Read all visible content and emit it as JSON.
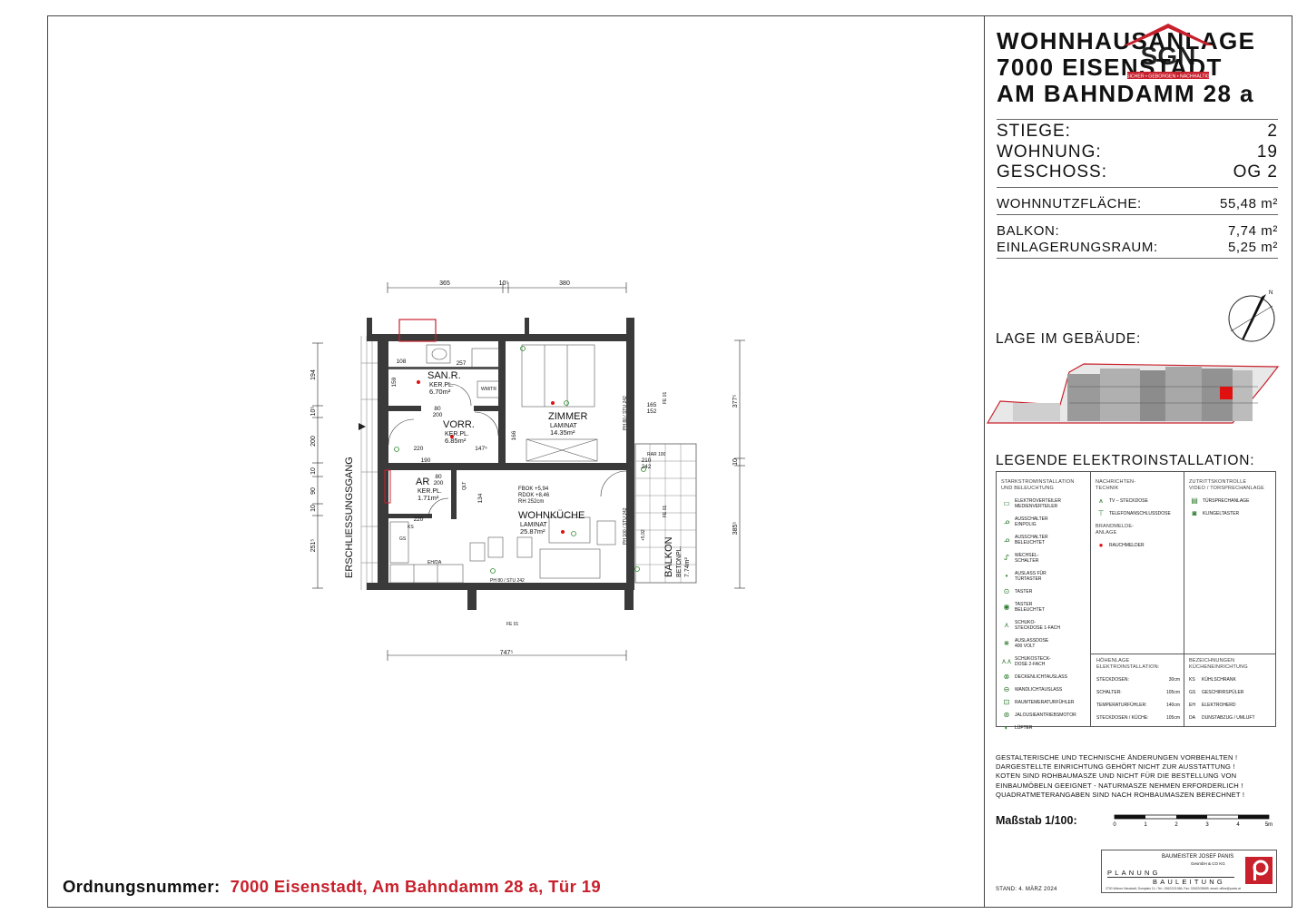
{
  "header": {
    "title_lines": [
      "WOHNHAUSANLAGE",
      "7000 EISENSTADT",
      "AM BAHNDAMM 28 a"
    ],
    "logo_text": "SGN",
    "logo_tagline": "SICHER • GEBORGEN • NACHHALTIG"
  },
  "unit_info": {
    "stiege": {
      "label": "STIEGE:",
      "value": "2"
    },
    "wohnung": {
      "label": "WOHNUNG:",
      "value": "19"
    },
    "geschoss": {
      "label": "GESCHOSS:",
      "value": "OG 2"
    },
    "nutzflaeche": {
      "label": "WOHNNUTZFLÄCHE:",
      "value": "55,48 m²"
    },
    "balkon": {
      "label": "BALKON:",
      "value": "7,74 m²"
    },
    "einlagerung": {
      "label": "EINLAGERUNGSRAUM:",
      "value": "5,25 m²"
    }
  },
  "lage": {
    "title": "LAGE IM GEBÄUDE:",
    "north": "N"
  },
  "legend": {
    "title": "LEGENDE ELEKTROINSTALLATION:",
    "col1_head": [
      "STARKSTROMINSTALLATION",
      "UND BELEUCHTUNG"
    ],
    "col1_items": [
      {
        "icon": "distribution-icon",
        "lines": [
          "ELEKTROVERTEILER",
          "MEDIENVERTEILER"
        ]
      },
      {
        "icon": "switch-icon",
        "lines": [
          "AUSSCHALTER",
          "EINPOLIG"
        ]
      },
      {
        "icon": "lit-switch-icon",
        "lines": [
          "AUSSCHALTER",
          "BELEUCHTET"
        ]
      },
      {
        "icon": "changeover-switch-icon",
        "lines": [
          "WECHSEL-",
          "SCHALTER"
        ]
      },
      {
        "icon": "door-light-icon",
        "lines": [
          "AUSLASS FÜR",
          "TÜRTASTER"
        ]
      },
      {
        "icon": "button-icon",
        "lines": [
          "TASTER"
        ]
      },
      {
        "icon": "lit-button-icon",
        "lines": [
          "TASTER",
          "BELEUCHTET"
        ]
      },
      {
        "icon": "socket-icon",
        "lines": [
          "SCHUKO-",
          "STECKDOSE 1-FACH"
        ]
      },
      {
        "icon": "outlet-400v-icon",
        "lines": [
          "AUSLASSDOSE",
          "400 VOLT"
        ]
      },
      {
        "icon": "double-socket-icon",
        "lines": [
          "SCHUKOSTECK-",
          "DOSE 2-FACH"
        ]
      },
      {
        "icon": "ceiling-light-icon",
        "lines": [
          "DECKENLICHTAUSLASS"
        ]
      },
      {
        "icon": "wall-light-icon",
        "lines": [
          "WANDLICHTAUSLASS"
        ]
      },
      {
        "icon": "thermostat-icon",
        "lines": [
          "RAUMTEMERATURFÜHLER"
        ]
      },
      {
        "icon": "blind-motor-icon",
        "lines": [
          "JALOUSIEANTRIEBSMOTOR"
        ]
      },
      {
        "icon": "fan-icon",
        "lines": [
          "LÜFTER"
        ]
      }
    ],
    "col2_head": [
      "NACHRICHTEN-",
      "TECHNIK"
    ],
    "col2_items": [
      {
        "icon": "tv-socket-icon",
        "lines": [
          "TV – STECKDOSE"
        ]
      },
      {
        "icon": "phone-socket-icon",
        "lines": [
          "TELEFONANSCHLUSSDOSE"
        ]
      }
    ],
    "fire_head": [
      "BRANDMELDE-",
      "ANLAGE"
    ],
    "fire_items": [
      {
        "icon": "smoke-detector-icon",
        "lines": [
          "RAUCHMELDER"
        ]
      }
    ],
    "col3_head": [
      "ZUTRITTSKONTROLLE",
      "VIDEO / TORSPRECHANLAGE"
    ],
    "col3_items": [
      {
        "icon": "intercom-icon",
        "lines": [
          "TÜRSPRECHANLAGE"
        ]
      },
      {
        "icon": "doorbell-icon",
        "lines": [
          "KLINGELTASTER"
        ]
      }
    ],
    "height_head": [
      "HÖHENLAGE",
      "ELEKTROINSTALLATION:"
    ],
    "heights": [
      {
        "label": "STECKDOSEN:",
        "value": "30cm"
      },
      {
        "label": "SCHALTER:",
        "value": "105cm"
      },
      {
        "label": "TEMPERATURFÜHLER:",
        "value": "140cm"
      },
      {
        "label": "STECKDOSEN / KÜCHE:",
        "value": "105cm"
      }
    ],
    "kitchen_head": [
      "BEZEICHNUNGEN",
      "KÜCHENEINRICHTUNG"
    ],
    "kitchen": [
      {
        "code": "KS",
        "label": "KÜHLSCHRANK"
      },
      {
        "code": "GS",
        "label": "GESCHIRRSPÜLER"
      },
      {
        "code": "EH",
        "label": "ELEKTROHERD"
      },
      {
        "code": "DA",
        "label": "DUNSTABZUG / UMLUFT"
      }
    ]
  },
  "notes": [
    "GESTALTERISCHE UND TECHNISCHE ÄNDERUNGEN VORBEHALTEN !",
    "DARGESTELLTE EINRICHTUNG GEHÖRT NICHT ZUR AUSSTATTUNG !",
    "KOTEN SIND ROHBAUMASZE UND NICHT FÜR DIE BESTELLUNG VON",
    "EINBAUMÖBELN GEEIGNET - NATURMASZE NEHMEN ERFORDERLICH !",
    "QUADRATMETERANGABEN SIND NACH ROHBAUMASZEN BERECHNET !"
  ],
  "scale": {
    "label": "Maßstab 1/100:",
    "ticks": [
      "0",
      "1",
      "2",
      "3",
      "4",
      "5m"
    ]
  },
  "planner": {
    "company": "BAUMEISTER JOSEF PANIS",
    "company2": "GesmbH & CO KG",
    "word1": "PLANUNG",
    "word2": "BAULEITUNG",
    "address": "2700 Wiener Neustadt, Domplatz 11 • Tel.: 02622/21066, Fax: 02622/28689, email: office@panis.at"
  },
  "stand": "STAND: 4. MÄRZ 2024",
  "ordnung": {
    "label": "Ordnungsnummer:",
    "value": "7000 Eisenstadt, Am Bahndamm 28 a, Tür 19"
  },
  "plan": {
    "rooms": [
      {
        "name": "SAN.R.",
        "floor": "KER.PL.",
        "area": "6.70m²"
      },
      {
        "name": "VORR.",
        "floor": "KER.PL.",
        "area": "6.85m²"
      },
      {
        "name": "ZIMMER",
        "floor": "LAMINAT",
        "area": "14.35m²"
      },
      {
        "name": "AR",
        "floor": "KER.PL.",
        "area": "1.71m²"
      },
      {
        "name": "WOHNKÜCHE",
        "floor": "LAMINAT",
        "area": "25.87m²"
      },
      {
        "name": "BALKON",
        "floor": "BETONPL.",
        "area": "7.74m²"
      }
    ],
    "corridor": "ERSCHLIESSUNGSGANG",
    "dims_top": [
      "365",
      "10⁵",
      "380"
    ],
    "dim_bottom": "747⁵",
    "dims_left": [
      "194",
      "10⁵",
      "200",
      "10",
      "90",
      "10",
      "251⁵"
    ],
    "dims_right": [
      "377⁵",
      "10",
      "385⁵"
    ],
    "inner_dims": [
      "257",
      "108",
      "159",
      "80",
      "200",
      "220",
      "147⁵",
      "190",
      "166",
      "80",
      "200",
      "220",
      "134",
      "165",
      "152",
      "210",
      "242"
    ],
    "level_notes": [
      "FBOK +5,94",
      "RDOK +8,46",
      "RH 252cm"
    ],
    "window_tags": [
      "FE 01",
      "FE 01",
      "FE 01",
      "PH 80 / STU 242",
      "PH 80 / STU 242",
      "PH 100 / STU 242",
      "RAR 100",
      "+5,92"
    ],
    "kitchen_labels": [
      "EH/DA",
      "GS",
      "KS",
      "WM/TR",
      "QLT"
    ]
  }
}
